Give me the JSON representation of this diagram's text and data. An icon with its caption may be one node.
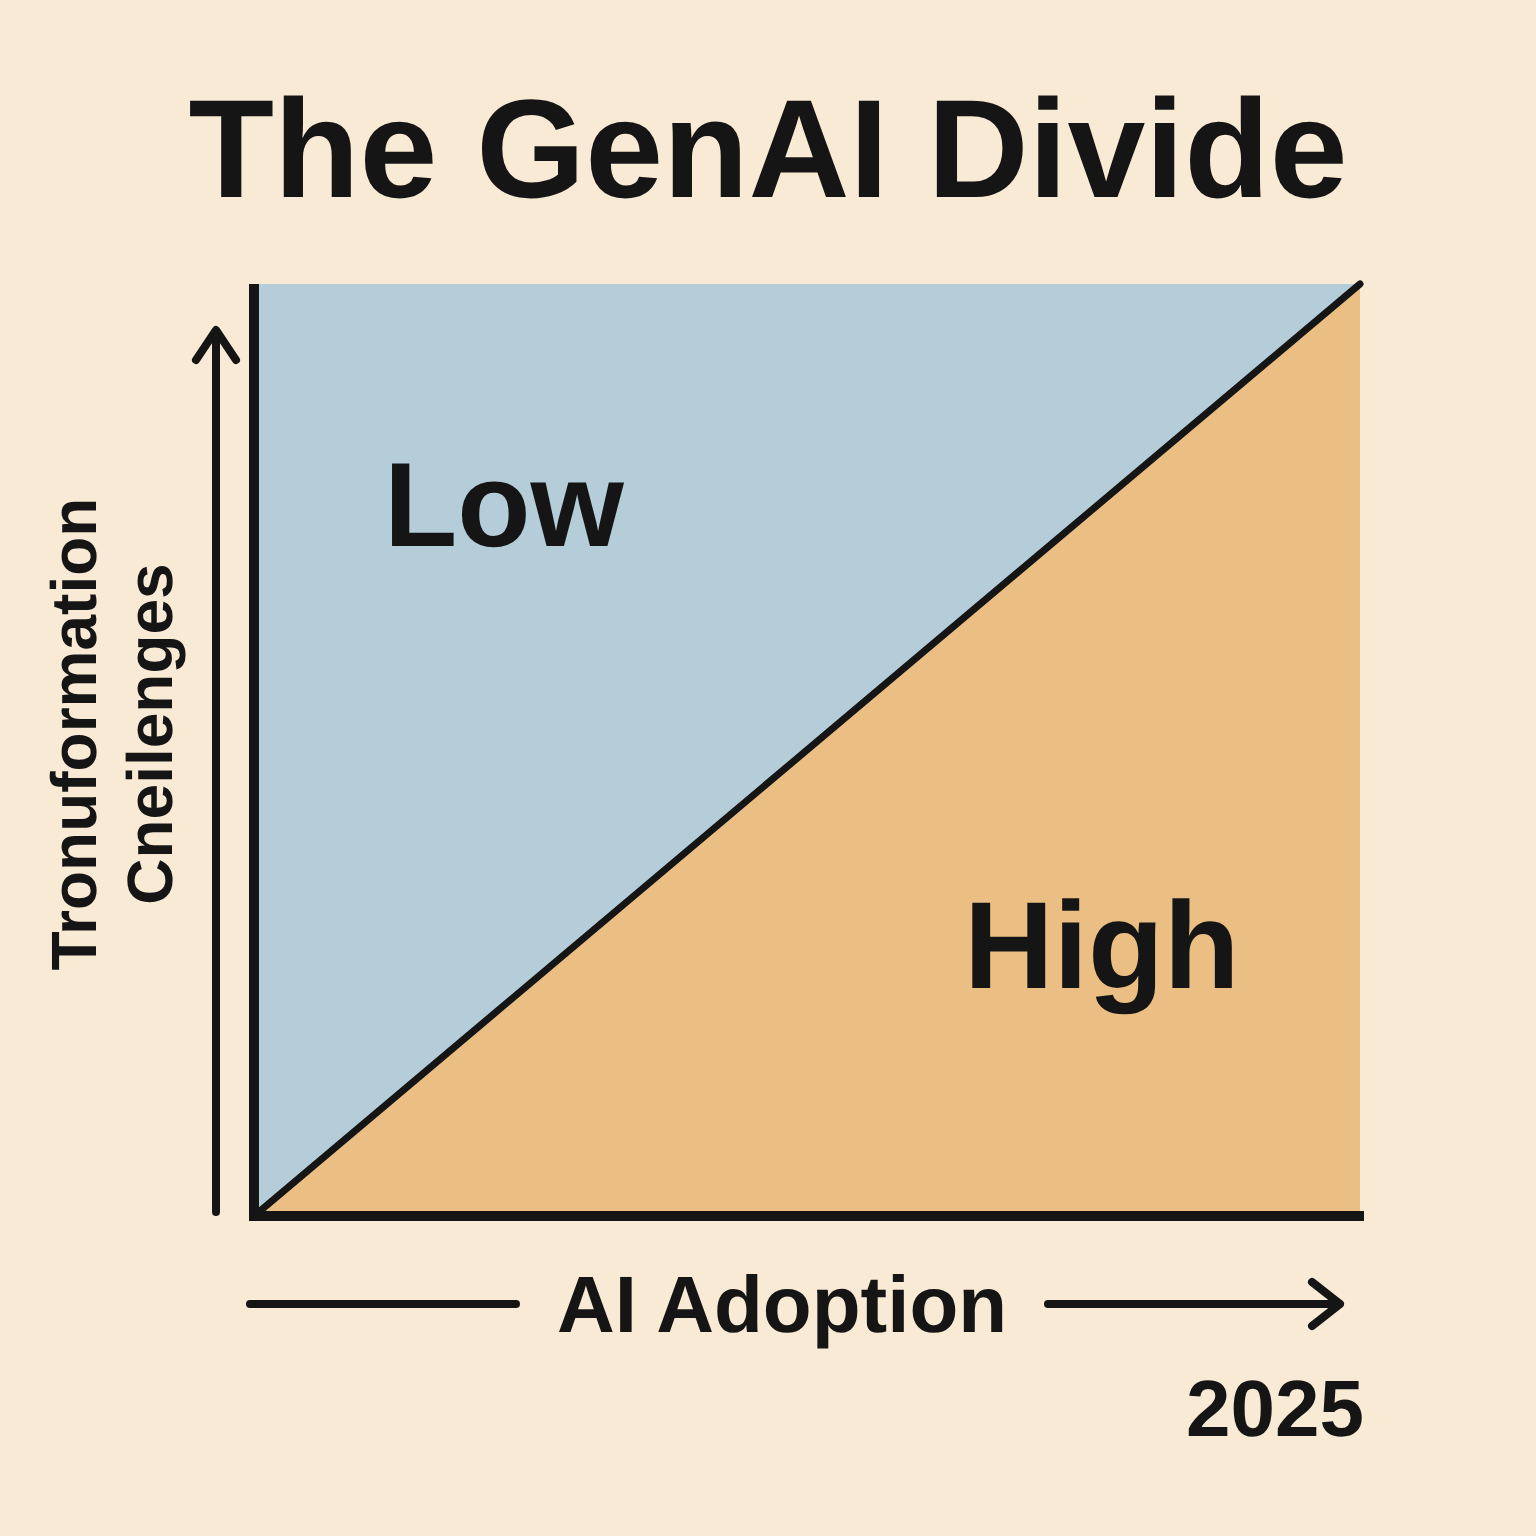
{
  "diagram": {
    "title": "The GenAI Divide",
    "nodes": [
      {
        "text": [
          "Low"
        ]
      },
      {
        "text": [
          "High"
        ]
      }
    ],
    "labels": [
      "Tronuformation Cneilenges",
      "AI Adoption",
      "2025"
    ]
  }
}
